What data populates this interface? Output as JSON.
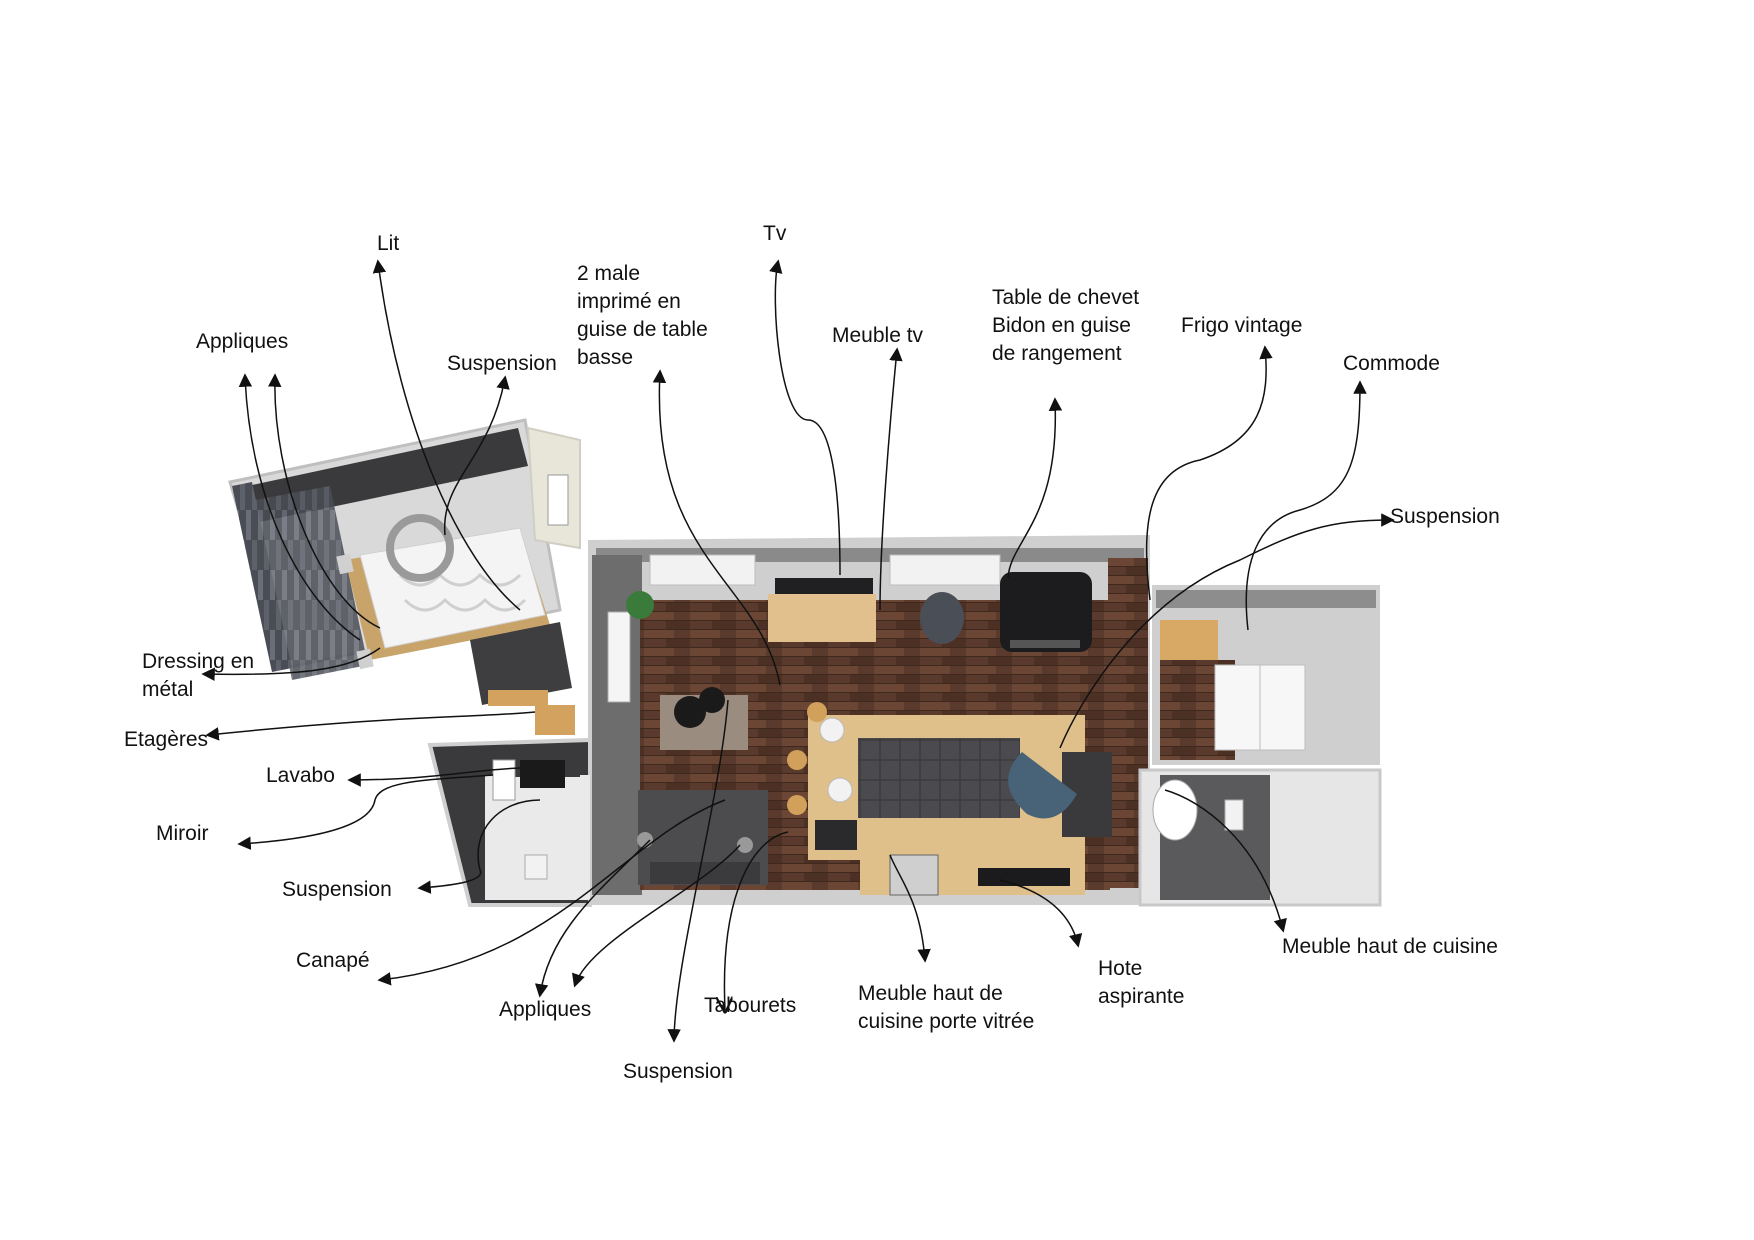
{
  "labels": {
    "lit": [
      "Lit"
    ],
    "appliques_top": [
      "Appliques"
    ],
    "suspension_bed": [
      "Suspension"
    ],
    "malle": [
      "2 male",
      "imprimé en",
      "guise de table",
      "basse"
    ],
    "tv": [
      "Tv"
    ],
    "meuble_tv": [
      "Meuble tv"
    ],
    "chevet": [
      "Table de chevet",
      "Bidon en guise",
      "de rangement"
    ],
    "frigo": [
      "Frigo vintage"
    ],
    "commode": [
      "Commode"
    ],
    "suspension_right": [
      "Suspension"
    ],
    "dressing": [
      "Dressing en",
      "métal"
    ],
    "etageres": [
      "Etagères"
    ],
    "lavabo": [
      "Lavabo"
    ],
    "miroir": [
      "Miroir"
    ],
    "suspension_bath": [
      "Suspension"
    ],
    "canape": [
      "Canapé"
    ],
    "appliques_bottom": [
      "Appliques"
    ],
    "suspension_bottom": [
      "Suspension"
    ],
    "tabourets": [
      "Tabourets"
    ],
    "meuble_haut_vitre": [
      "Meuble haut de",
      "cuisine porte vitrée"
    ],
    "hote": [
      "Hote",
      "aspirante"
    ],
    "meuble_haut_cuisine": [
      "Meuble haut de cuisine"
    ]
  },
  "colors": {
    "wood_floor": "#5a3a2c",
    "wood_light": "#d8b47c",
    "wall_grey": "#6d6d6d",
    "dark_wall": "#3a3a3c",
    "white_floor": "#e6e6e6",
    "leader": "#111111"
  }
}
